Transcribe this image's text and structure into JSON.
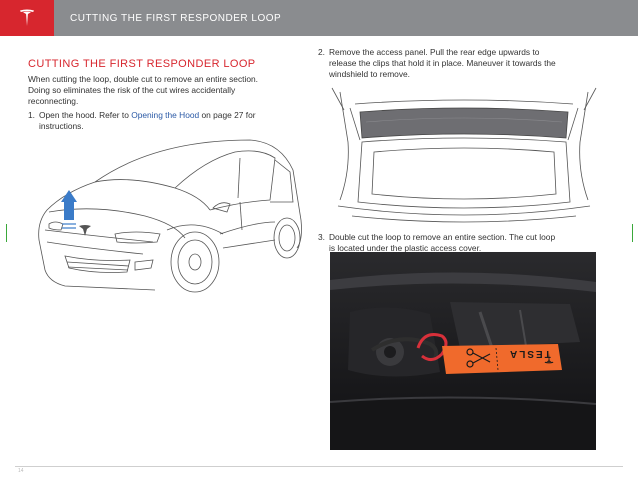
{
  "header": {
    "title": "CUTTING THE FIRST RESPONDER LOOP"
  },
  "section": {
    "title": "CUTTING THE FIRST RESPONDER LOOP",
    "intro_lines": [
      "When cutting the loop, double cut to remove an entire section.",
      "Doing so eliminates the risk of the cut wires accidentally",
      "reconnecting."
    ]
  },
  "steps": [
    {
      "num": "1.",
      "line1_pre": "Open the hood. Refer to ",
      "line1_link": "Opening the Hood",
      "line1_post": " on page 27 for",
      "line2": "instructions."
    },
    {
      "num": "2.",
      "lines": [
        "Remove the access panel. Pull the rear edge upwards to",
        "release the clips that hold it in place. Maneuver it towards the",
        "windshield to remove."
      ]
    },
    {
      "num": "3.",
      "lines": [
        "Double cut the loop to remove an entire section. The cut loop",
        "is located under the plastic access cover."
      ]
    }
  ],
  "photo": {
    "tag_text": "TESLA"
  },
  "footer": {
    "page_number": "14"
  },
  "colors": {
    "brand_red": "#d7262e",
    "header_gray": "#8a8c8f",
    "link_blue": "#2b5aa6",
    "tag_orange": "#f06a2c"
  }
}
